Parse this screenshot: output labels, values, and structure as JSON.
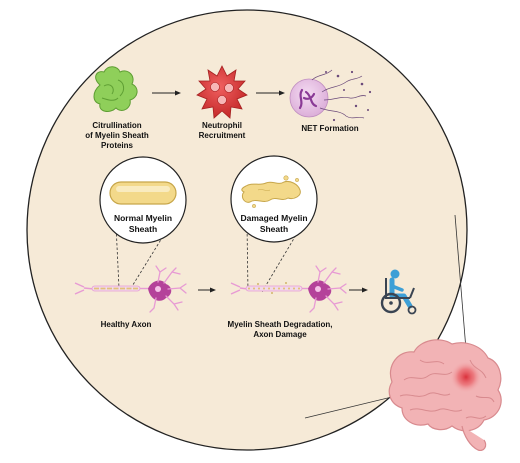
{
  "colors": {
    "background_circle": "#f6ead7",
    "circle_stroke": "#222222",
    "protein_green": "#8fcf5a",
    "neutrophil_red": "#d93a3a",
    "net_pink": "#e8c6e6",
    "neuron_pink": "#e79ad4",
    "neuron_body": "#b4429a",
    "myelin_yellow": "#f3d98a",
    "wheelchair_blue": "#3d9fd6",
    "brain_pink": "#f2b3b5",
    "lesion_red": "#e0444a"
  },
  "icons": [
    "protein-icon",
    "neutrophil-icon",
    "net-cell-icon",
    "normal-myelin-icon",
    "damaged-myelin-icon",
    "healthy-neuron-icon",
    "damaged-neuron-icon",
    "wheelchair-icon",
    "brain-icon"
  ],
  "labels": {
    "citrullination": "Citrullination\nof Myelin Sheath\nProteins",
    "neutrophil": "Neutrophil\nRecruitment",
    "net": "NET Formation",
    "normal_myelin": "Normal Myelin\nSheath",
    "damaged_myelin": "Damaged Myelin\nSheath",
    "healthy_axon": "Healthy Axon",
    "degradation": "Myelin Sheath Degradation,\nAxon Damage"
  }
}
